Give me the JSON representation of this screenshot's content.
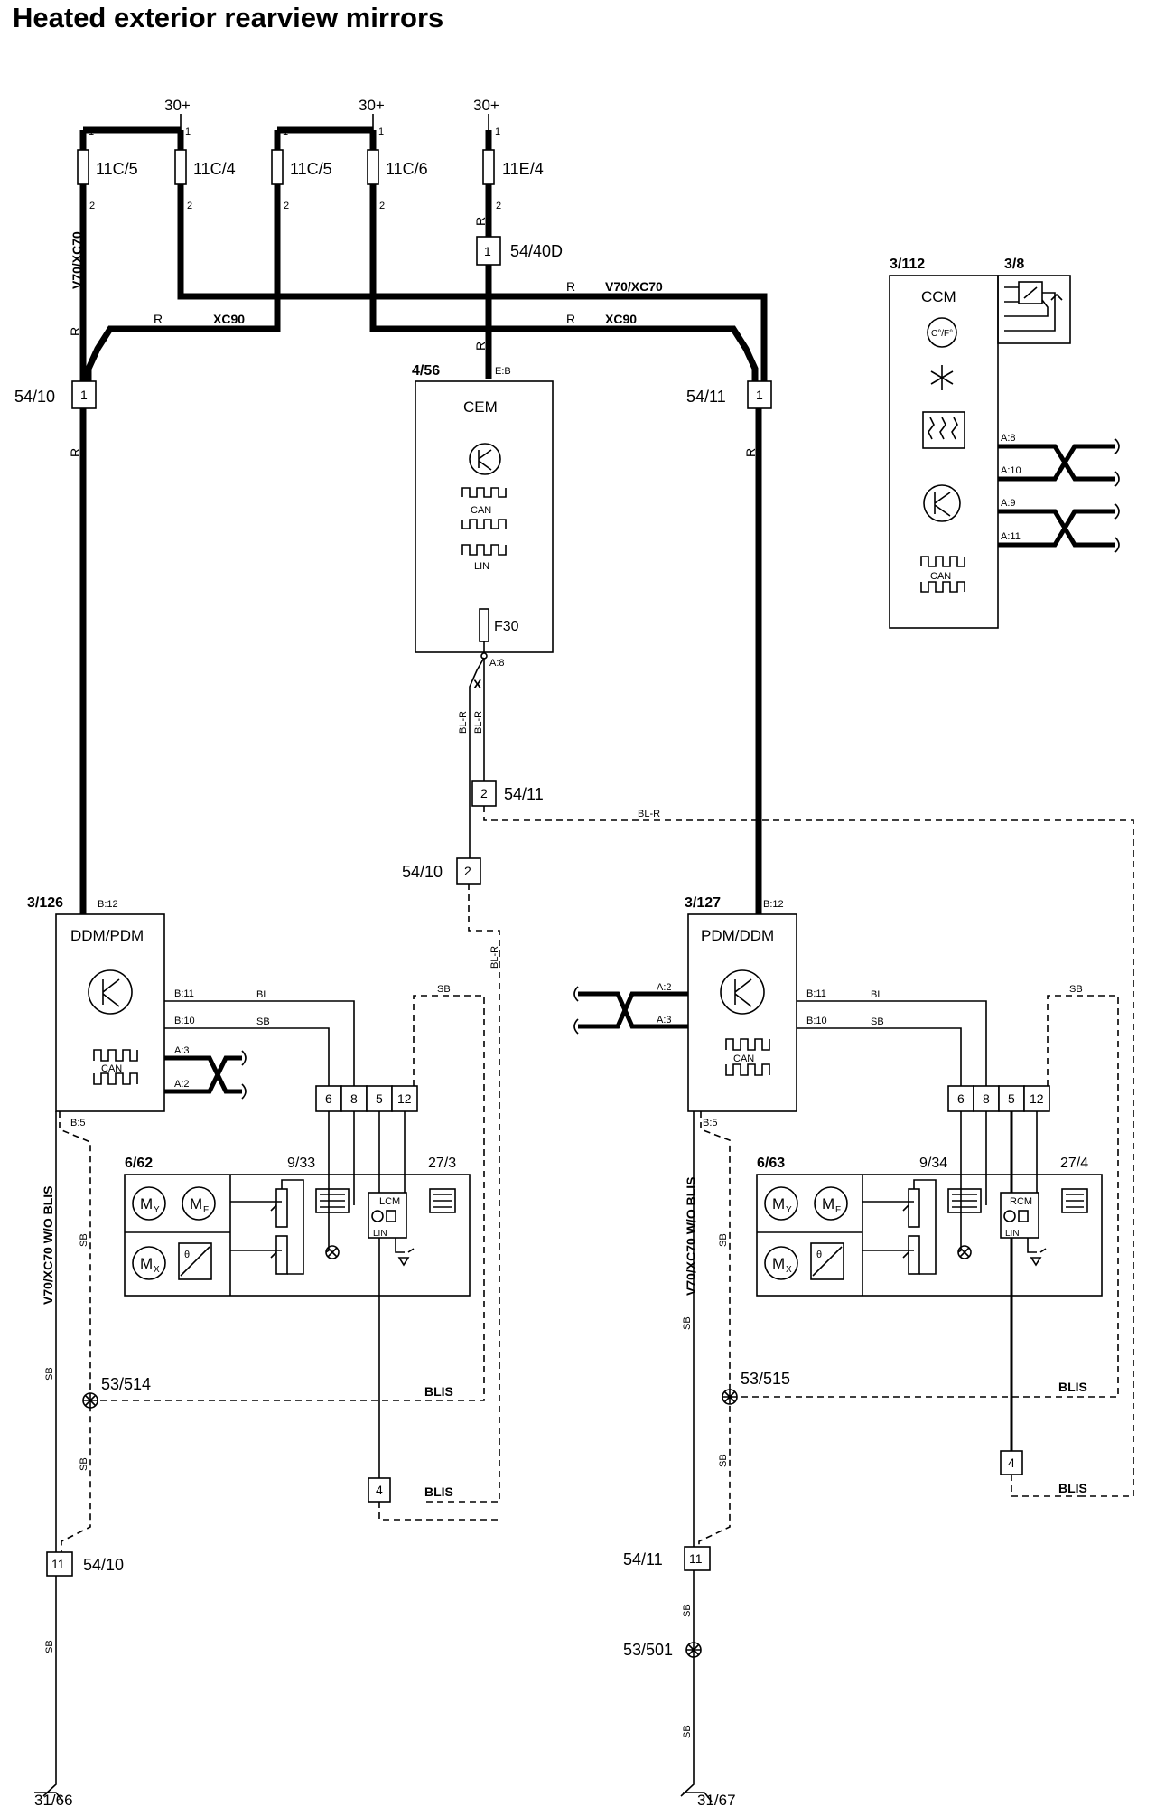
{
  "title": "Heated exterior rearview mirrors",
  "power": {
    "p1": "30+",
    "p2": "30+",
    "p3": "30+"
  },
  "fuses": {
    "f1": {
      "name": "11C/5",
      "pin_top": "1",
      "pin_bot": "2"
    },
    "f2": {
      "name": "11C/4",
      "pin_top": "1",
      "pin_bot": "2"
    },
    "f3": {
      "name": "11C/5",
      "pin_top": "1",
      "pin_bot": "2"
    },
    "f4": {
      "name": "11C/6",
      "pin_top": "1",
      "pin_bot": "2"
    },
    "f5": {
      "name": "11E/4",
      "pin_top": "1",
      "pin_bot": "2"
    }
  },
  "connectors": {
    "c5440d": {
      "id": "54/40D",
      "pin": "1"
    },
    "c5410_top": {
      "id": "54/10",
      "pin": "1"
    },
    "c5411_top": {
      "id": "54/11",
      "pin": "1"
    },
    "c5411_mid": {
      "id": "54/11",
      "pin": "2"
    },
    "c5410_mid": {
      "id": "54/10",
      "pin": "2"
    },
    "c5410_bot": {
      "id": "54/10",
      "pin": "11"
    },
    "c5411_bot": {
      "id": "54/11",
      "pin": "11"
    },
    "left_pin4": "4",
    "right_pin4": "4"
  },
  "wire_labels": {
    "r": "R",
    "v70xc70": "V70/XC70",
    "xc90": "XC90",
    "blr": "BL-R",
    "bl": "BL",
    "sb": "SB",
    "blis": "BLIS",
    "v70_wo_blis": "V70/XC70 W/O BLIS",
    "x": "X"
  },
  "cem": {
    "ref": "4/56",
    "name": "CEM",
    "pin_eb": "E:B",
    "can": "CAN",
    "lin": "LIN",
    "fuse": "F30",
    "pin_a8": "A:8"
  },
  "ccm": {
    "ref": "3/112",
    "sensor_ref": "3/8",
    "name": "CCM",
    "cf": "C°/F°",
    "can": "CAN",
    "pins": [
      "A:8",
      "A:10",
      "A:9",
      "A:11"
    ]
  },
  "ddm": {
    "ref": "3/126",
    "name": "DDM/PDM",
    "pin_b12": "B:12",
    "pin_b11": "B:11",
    "pin_b10": "B:10",
    "pin_a3": "A:3",
    "pin_a2": "A:2",
    "pin_b5": "B:5",
    "can": "CAN"
  },
  "pdm": {
    "ref": "3/127",
    "name": "PDM/DDM",
    "pin_b12": "B:12",
    "pin_b11": "B:11",
    "pin_b10": "B:10",
    "pin_a2": "A:2",
    "pin_a3": "A:3",
    "pin_b5": "B:5",
    "can": "CAN"
  },
  "left_mirror": {
    "ref": "6/62",
    "sub1": "9/33",
    "sub2": "27/3",
    "module": "LCM",
    "lin": "LIN",
    "pins": [
      "6",
      "8",
      "5",
      "12"
    ],
    "my": "M",
    "my_sub": "Y",
    "mf": "M",
    "mf_sub": "F",
    "mx": "M",
    "mx_sub": "X",
    "theta": "θ"
  },
  "right_mirror": {
    "ref": "6/63",
    "sub1": "9/34",
    "sub2": "27/4",
    "module": "RCM",
    "lin": "LIN",
    "pins": [
      "6",
      "8",
      "5",
      "12"
    ],
    "my": "M",
    "my_sub": "Y",
    "mf": "M",
    "mf_sub": "F",
    "mx": "M",
    "mx_sub": "X",
    "theta": "θ"
  },
  "grounds": {
    "left_splice": "53/514",
    "right_splice": "53/515",
    "splice_501": "53/501",
    "left_ground": "31/66",
    "right_ground": "31/67"
  }
}
